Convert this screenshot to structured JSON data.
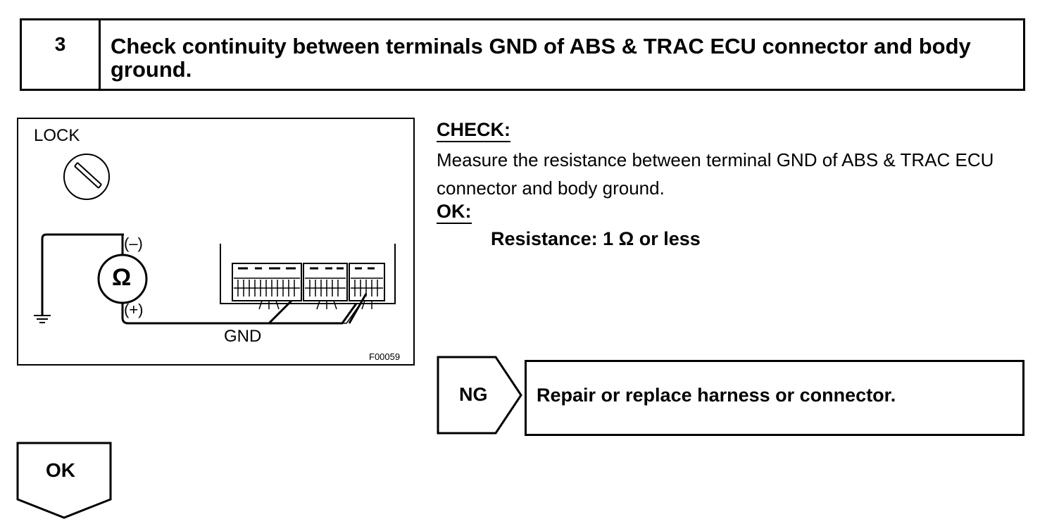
{
  "step": {
    "number": "3",
    "title": "Check continuity between terminals GND of ABS & TRAC ECU connector and body ground."
  },
  "figure": {
    "lock_label": "LOCK",
    "ohm_symbol": "Ω",
    "minus_label": "(–)",
    "plus_label": "(+)",
    "gnd_label": "GND",
    "figure_code": "F00059"
  },
  "check": {
    "heading": "CHECK:",
    "text": "Measure the resistance between terminal GND of ABS & TRAC ECU connector and body ground.",
    "ok_heading": "OK:",
    "ok_value": "Resistance: 1 Ω or less"
  },
  "ng": {
    "label": "NG",
    "action": "Repair or replace harness or connector."
  },
  "ok_flow": {
    "label": "OK"
  }
}
